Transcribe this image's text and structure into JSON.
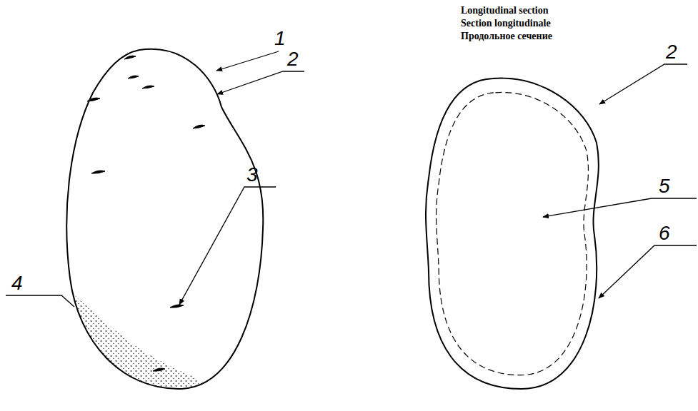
{
  "diagram": {
    "labels": [
      "Longitudinal section",
      "Section longitudinale",
      "Продольное сечение",
      "1",
      "2",
      "3",
      "4",
      "2",
      "5",
      "6"
    ]
  }
}
